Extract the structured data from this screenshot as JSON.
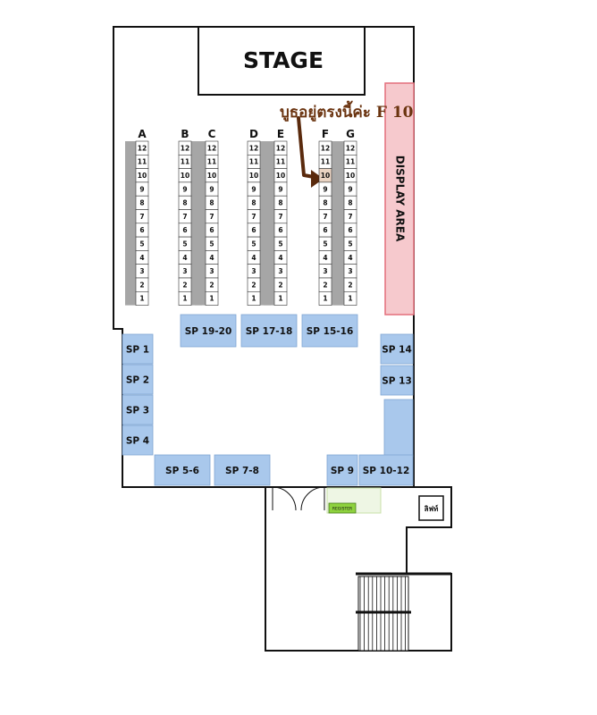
{
  "stage": {
    "label": "STAGE"
  },
  "display_area": {
    "label": "DISPLAY AREA",
    "fill": "#f6c9cd",
    "stroke": "#e46f7b"
  },
  "annotation": {
    "text": "บูธอยู่ตรงนี้ค่ะ  F 10",
    "color": "#6b3410"
  },
  "booth_columns": [
    {
      "letter": "A"
    },
    {
      "letter": "B"
    },
    {
      "letter": "C"
    },
    {
      "letter": "D"
    },
    {
      "letter": "E"
    },
    {
      "letter": "F"
    },
    {
      "letter": "G"
    }
  ],
  "booth_numbers": [
    "12",
    "11",
    "10",
    "9",
    "8",
    "7",
    "6",
    "5",
    "4",
    "3",
    "2",
    "1"
  ],
  "highlight_booth": {
    "column": "F",
    "number": "10"
  },
  "sponsor_booths": [
    {
      "id": "sp19-20",
      "label": "SP 19-20"
    },
    {
      "id": "sp17-18",
      "label": "SP 17-18"
    },
    {
      "id": "sp15-16",
      "label": "SP 15-16"
    },
    {
      "id": "sp1",
      "label": "SP 1"
    },
    {
      "id": "sp2",
      "label": "SP 2"
    },
    {
      "id": "sp3",
      "label": "SP 3"
    },
    {
      "id": "sp4",
      "label": "SP 4"
    },
    {
      "id": "sp5-6",
      "label": "SP 5-6"
    },
    {
      "id": "sp7-8",
      "label": "SP 7-8"
    },
    {
      "id": "sp9",
      "label": "SP 9"
    },
    {
      "id": "sp10-12",
      "label": "SP 10-12"
    },
    {
      "id": "sp14",
      "label": "SP 14"
    },
    {
      "id": "sp13",
      "label": "SP 13"
    }
  ],
  "sponsor_fill": "#a9c8ec",
  "register": {
    "label": "REGISTER",
    "fill": "#8ed23e"
  },
  "lift": {
    "label": "ลิฟท์"
  }
}
